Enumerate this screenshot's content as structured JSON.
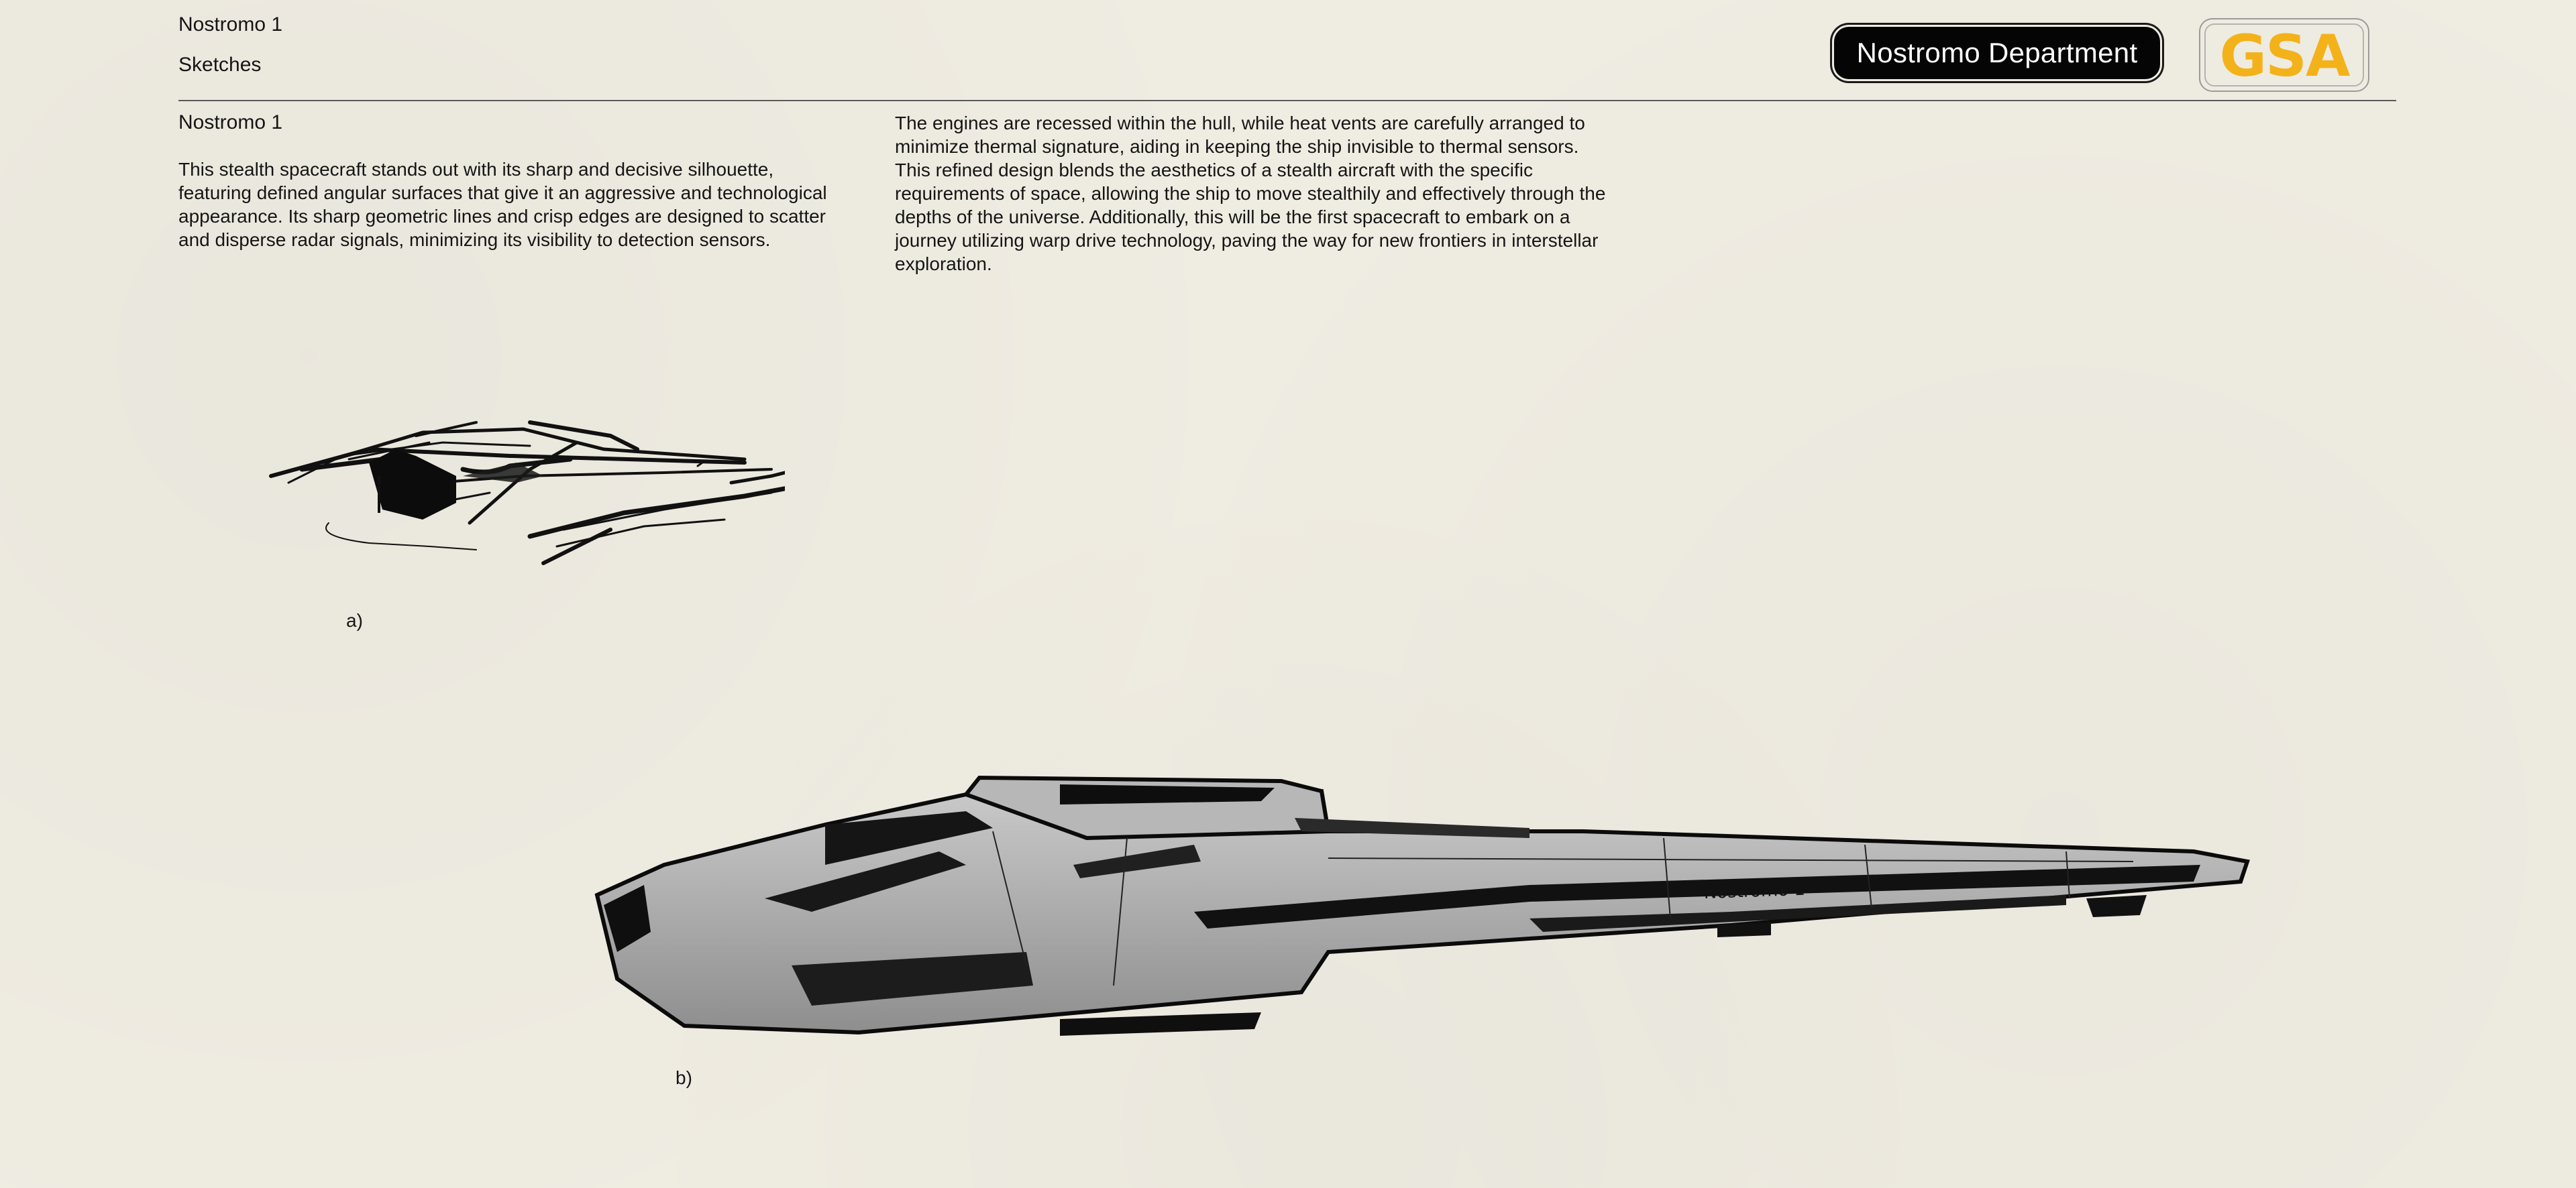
{
  "header": {
    "project": "Nostromo 1",
    "section": "Sketches",
    "department_badge": "Nostromo Department",
    "logo_text": "GSA"
  },
  "content": {
    "title": "Nostromo 1",
    "paragraph_left": "This stealth spacecraft stands out with its sharp and decisive silhouette, featuring defined angular surfaces that give it an aggressive and technological appearance. Its sharp geometric lines and crisp edges are designed to scatter and disperse radar signals, minimizing its visibility to detection sensors.",
    "paragraph_right": "The engines are recessed within the hull, while heat vents are carefully arranged to minimize thermal signature, aiding in keeping the ship invisible to thermal sensors. This refined design blends the aesthetics of a stealth aircraft with the specific requirements of space, allowing the ship to move stealthily and effectively through the depths of the universe. Additionally, this will be the first spacecraft to embark on a journey utilizing warp drive technology, paving the way for new frontiers in interstellar exploration."
  },
  "figures": {
    "a_label": "a)",
    "b_label": "b)",
    "hull_marking": "Nostromo 1"
  },
  "colors": {
    "background": "#efece2",
    "accent_logo": "#f3b21a",
    "badge": "#050505"
  }
}
